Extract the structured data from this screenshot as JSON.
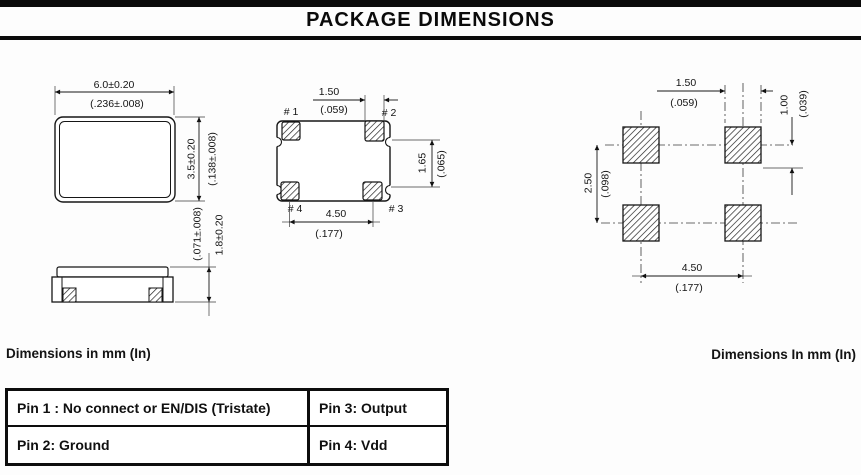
{
  "header": {
    "title": "PACKAGE DIMENSIONS"
  },
  "colors": {
    "ink": "#111111",
    "background": "#fdfdfd"
  },
  "top_view": {
    "width_mm": "6.0±0.20",
    "width_in": "(.236±.008)",
    "height_mm": "3.5±0.20",
    "height_in": "(.138±.008)",
    "thickness_mm": "1.8±0.20",
    "thickness_in": "(.071±.008)"
  },
  "bottom_view": {
    "pin1": "# 1",
    "pin2": "# 2",
    "pin3": "# 3",
    "pin4": "# 4",
    "pad_width_mm": "1.50",
    "pad_width_in": "(.059)",
    "pad_height_mm": "1.65",
    "pad_height_in": "(.065)",
    "pad_span_mm": "4.50",
    "pad_span_in": "(.177)"
  },
  "land_pattern": {
    "pad_width_mm": "1.50",
    "pad_width_in": "(.059)",
    "pad_height_mm": "1.00",
    "pad_height_in": "(.039)",
    "row_pitch_mm": "2.50",
    "row_pitch_in": "(.098)",
    "col_pitch_mm": "4.50",
    "col_pitch_in": "(.177)"
  },
  "notes": {
    "left": "Dimensions in mm (In)",
    "right": "Dimensions In mm (In)"
  },
  "pin_table": {
    "rows": [
      [
        "Pin 1 : No connect or EN/DIS (Tristate)",
        "Pin 3: Output"
      ],
      [
        "Pin 2: Ground",
        "Pin 4: Vdd"
      ]
    ]
  }
}
